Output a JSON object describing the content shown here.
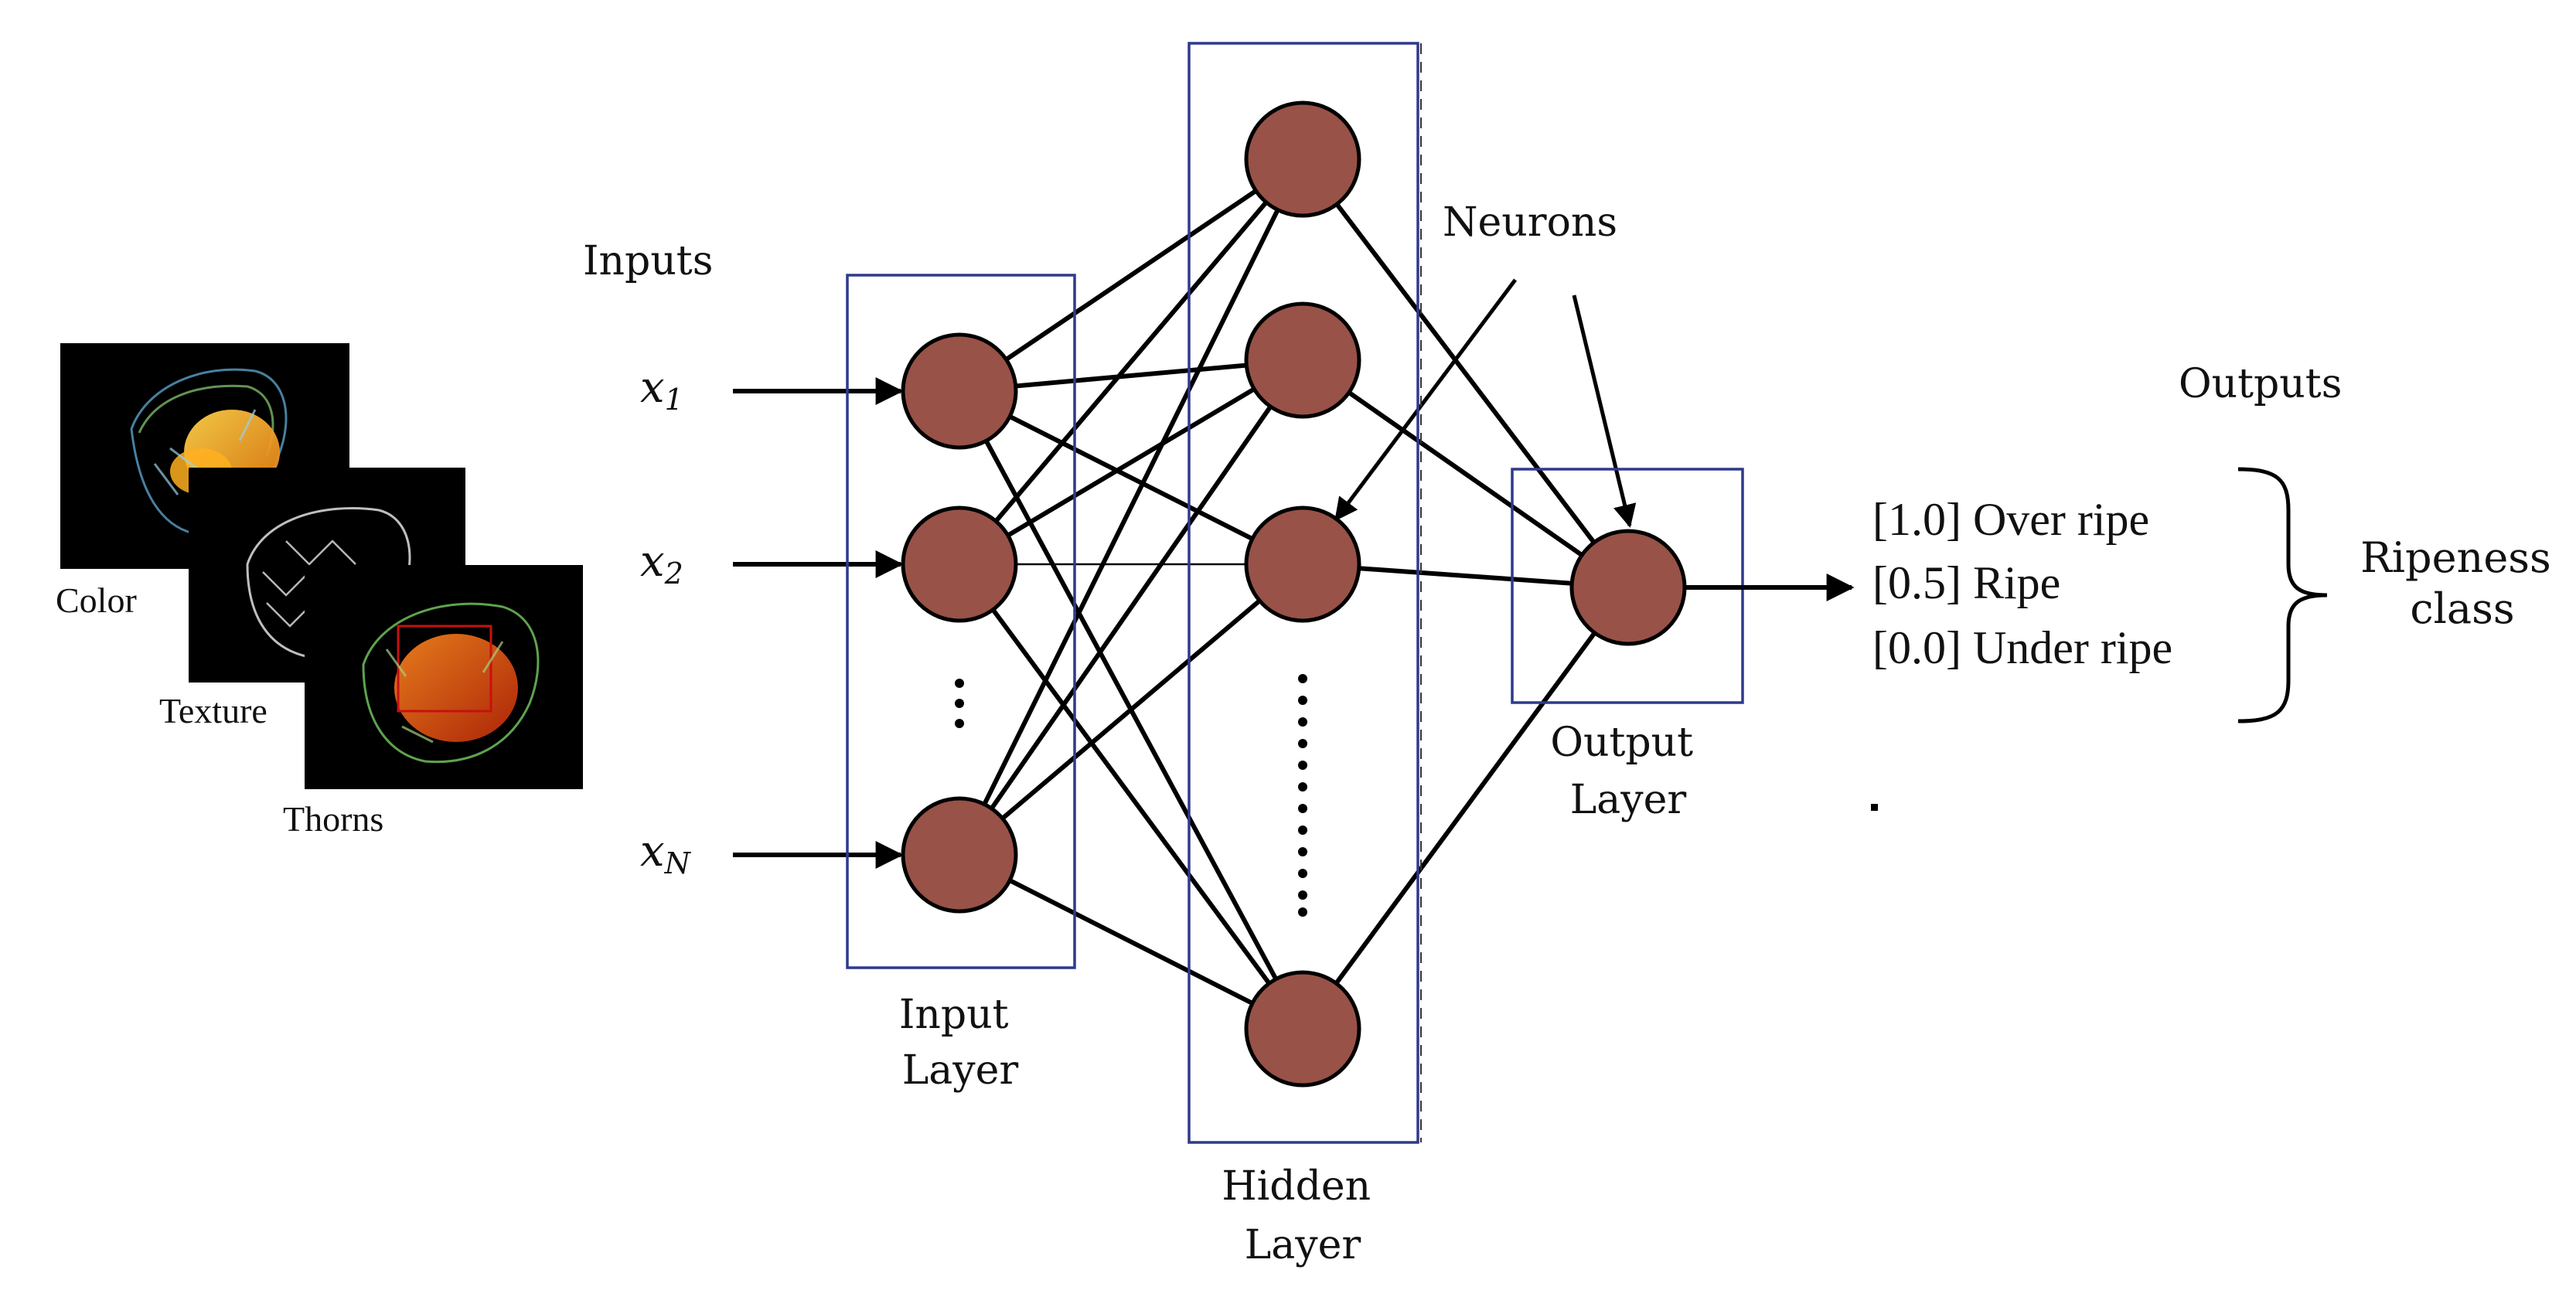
{
  "inputs_section": {
    "title": "Inputs",
    "variables": [
      {
        "base": "x",
        "sub": "1"
      },
      {
        "base": "x",
        "sub": "2"
      },
      {
        "base": "x",
        "sub": "N"
      }
    ]
  },
  "feature_images": [
    {
      "label": "Color"
    },
    {
      "label": "Texture"
    },
    {
      "label": "Thorns"
    }
  ],
  "layers": {
    "input": {
      "line1": "Input",
      "line2": "Layer"
    },
    "hidden": {
      "line1": "Hidden",
      "line2": "Layer"
    },
    "output": {
      "line1": "Output",
      "line2": "Layer"
    }
  },
  "neurons_label": "Neurons",
  "outputs_section": {
    "title": "Outputs",
    "classes": [
      "[1.0] Over ripe",
      "[0.5] Ripe",
      "[0.0] Under ripe"
    ],
    "group_label_line1": "Ripeness",
    "group_label_line2": "class"
  },
  "colors": {
    "neuron_fill": "#985248",
    "layer_box": "#2e3a8c",
    "edge": "#000000"
  }
}
